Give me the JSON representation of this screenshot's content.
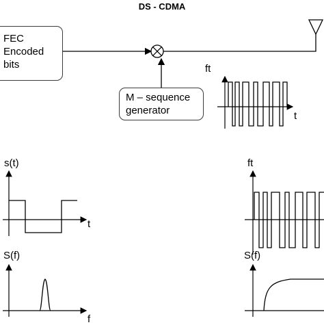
{
  "diagram": {
    "title": "DS - CDMA",
    "fec_box": {
      "line1": "FEC",
      "line2": "Encoded",
      "line3": "bits"
    },
    "mseq_box": {
      "line1": "M – sequence",
      "line2": "generator"
    },
    "spread_plot": {
      "y_label": "ft",
      "x_label": "t"
    }
  },
  "plots": {
    "st": {
      "y_label": "s(t)",
      "x_label": "t"
    },
    "sf": {
      "y_label": "S(f)",
      "x_label": "f"
    },
    "ft": {
      "y_label": "ft",
      "x_label": ""
    },
    "sf_spread": {
      "y_label": "S(f)",
      "x_label": ""
    }
  },
  "colors": {
    "line": "#000000",
    "box_border": "#3a3a3a"
  },
  "icons": [
    "antenna-icon",
    "multiplier-icon"
  ]
}
